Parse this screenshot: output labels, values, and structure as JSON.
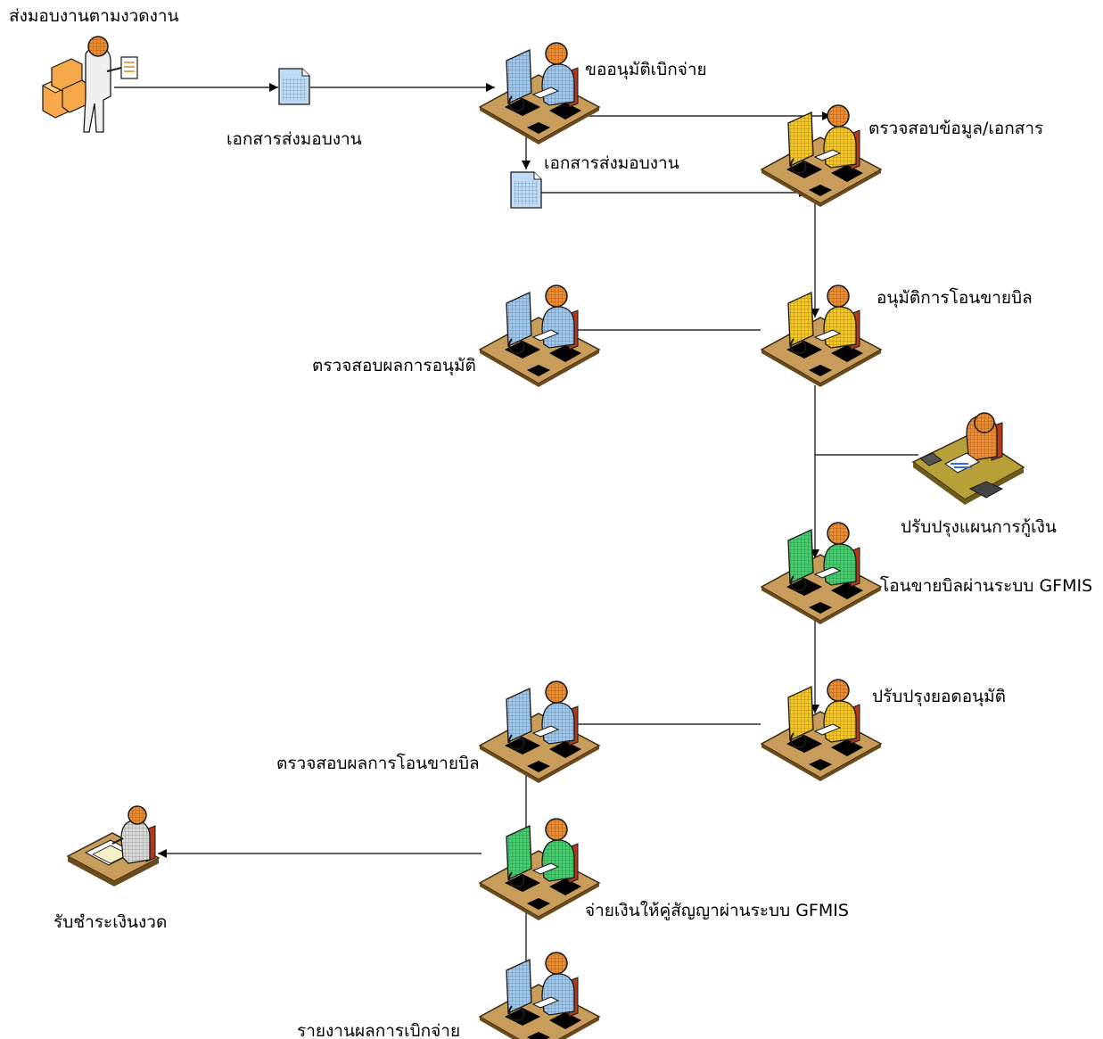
{
  "nodes": {
    "contractor": {
      "label": "ส่งมอบงานตามงวดงาน"
    },
    "doc1": {
      "label": "เอกสารส่งมอบงาน"
    },
    "request": {
      "label": "ขออนุมัติเบิกจ่าย"
    },
    "doc2": {
      "label": "เอกสารส่งมอบงาน"
    },
    "verify": {
      "label": "ตรวจสอบข้อมูล/เอกสาร"
    },
    "approve": {
      "label": "อนุมัติการโอนขายบิล"
    },
    "check_approve": {
      "label": "ตรวจสอบผลการอนุมัติ"
    },
    "plan": {
      "label": "ปรับปรุงแผนการกู้เงิน"
    },
    "transfer": {
      "label": "โอนขายบิลผ่านระบบ GFMIS"
    },
    "update": {
      "label": "ปรับปรุงยอดอนุมัติ"
    },
    "check_transfer": {
      "label": "ตรวจสอบผลการโอนขายบิล"
    },
    "pay": {
      "label": "จ่ายเงินให้คู่สัญญาผ่านระบบ GFMIS"
    },
    "receive": {
      "label": "รับชำระเงินงวด"
    },
    "report": {
      "label": "รายงานผลการเบิกจ่าย"
    }
  },
  "colors": {
    "blue": "#9cc8f0",
    "yellow": "#f7c51c",
    "green": "#3fd06a",
    "orange": "#f28a2e",
    "gray": "#d9d9d9",
    "desk": "#c89c5a"
  },
  "icons": {
    "contractor": "person-with-boxes-icon",
    "document": "document-icon",
    "workstation": "computer-workstation-icon",
    "accountant": "calculator-desk-icon",
    "receiver": "paper-desk-icon"
  }
}
